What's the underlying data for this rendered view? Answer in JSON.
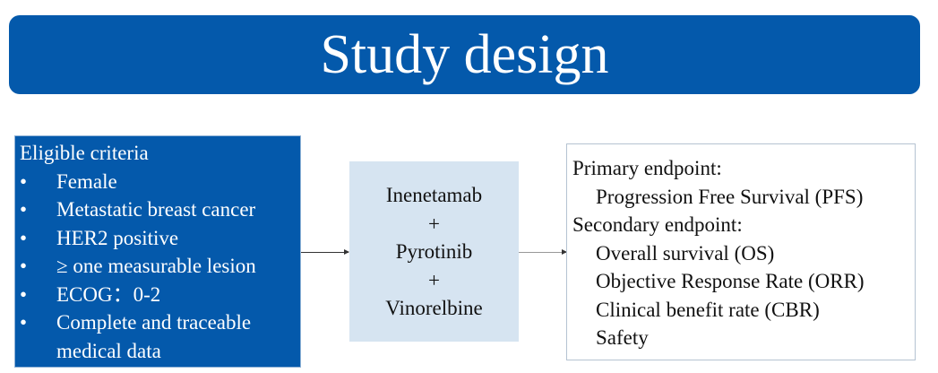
{
  "title": "Study design",
  "eligibility": {
    "heading": "Eligible criteria",
    "bullet": "•",
    "items": [
      "Female",
      "Metastatic breast cancer",
      "HER2 positive",
      "≥ one measurable lesion",
      "ECOG：0-2",
      "Complete and traceable medical data"
    ]
  },
  "treatment": {
    "drugs": [
      "Inenetamab",
      "Pyrotinib",
      "Vinorelbine"
    ],
    "plus": "+"
  },
  "endpoints": {
    "primary_label": "Primary endpoint:",
    "primary": [
      "Progression Free Survival (PFS)"
    ],
    "secondary_label": "Secondary endpoint:",
    "secondary": [
      "Overall survival (OS)",
      "Objective Response Rate (ORR)",
      "Clinical benefit rate (CBR)",
      "Safety"
    ]
  },
  "colors": {
    "brand": "#0459ab",
    "treatment_bg": "#d6e4f1"
  }
}
